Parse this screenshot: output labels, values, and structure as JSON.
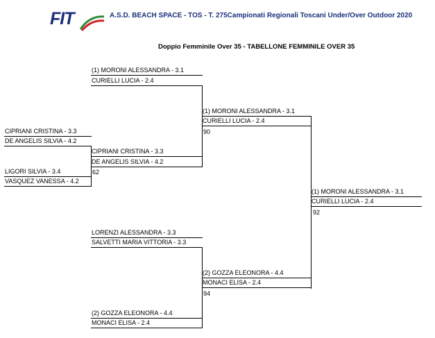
{
  "header": {
    "logo_text": "FIT",
    "title": "A.S.D. BEACH SPACE - TOS - T.  275Campionati Regionali Toscani Under/Over Outdoor 2020"
  },
  "subtitle": "Doppio Femminile Over 35 - TABELLONE FEMMINILE OVER 35",
  "colors": {
    "logo_blue": "#1b2f7a",
    "logo_green": "#2e8b3a",
    "logo_red": "#d32027"
  },
  "draw": {
    "prelim": {
      "team_a": [
        "CIPRIANI CRISTINA - 3.3",
        "DE ANGELIS SILVIA - 4.2"
      ],
      "team_b": [
        "LIGORI SILVIA - 3.4",
        "VASQUEZ VANESSA - 4.2"
      ]
    },
    "r1": {
      "m1": [
        "(1) MORONI ALESSANDRA - 3.1",
        "CURIELLI LUCIA - 2.4"
      ],
      "m2": [
        "CIPRIANI CRISTINA - 3.3",
        "DE ANGELIS SILVIA - 4.2"
      ],
      "m2_score": "62",
      "m3": [
        "LORENZI ALESSANDRA - 3.3",
        "SALVETTI MARIA VITTORIA - 3.3"
      ],
      "m4": [
        "(2) GOZZA ELEONORA - 4.4",
        "MONACI ELISA - 2.4"
      ]
    },
    "semi": {
      "top": [
        "(1) MORONI ALESSANDRA - 3.1",
        "CURIELLI LUCIA - 2.4"
      ],
      "top_score": "90",
      "bottom": [
        "(2) GOZZA ELEONORA - 4.4",
        "MONACI ELISA - 2.4"
      ],
      "bottom_score": "94"
    },
    "final": {
      "winner": [
        "(1) MORONI ALESSANDRA - 3.1",
        "CURIELLI LUCIA - 2.4"
      ],
      "score": "92"
    }
  }
}
